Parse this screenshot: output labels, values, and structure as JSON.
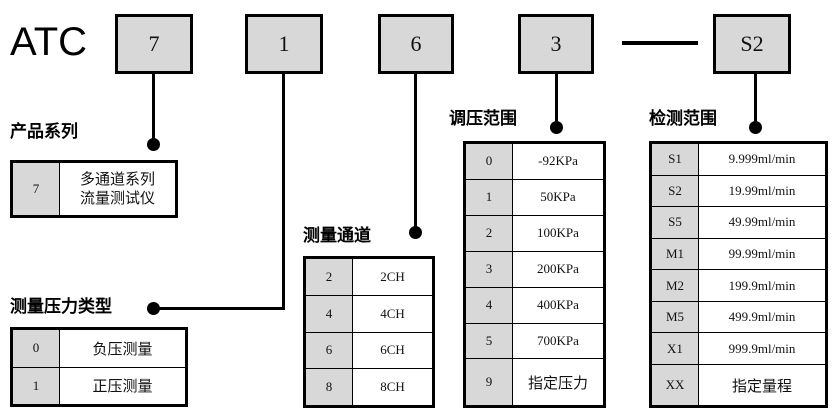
{
  "model_code": {
    "prefix": "ATC",
    "boxes": [
      {
        "value": "7",
        "name": "series-code-box"
      },
      {
        "value": "1",
        "name": "pressure-type-code-box"
      },
      {
        "value": "6",
        "name": "channel-code-box"
      },
      {
        "value": "3",
        "name": "pressure-range-code-box"
      },
      {
        "value": "S2",
        "name": "detection-range-code-box"
      }
    ],
    "separator": "—"
  },
  "sections": {
    "product_series": {
      "caption": "产品系列",
      "rows": [
        {
          "code": "7",
          "desc": "多通道系列\n流量测试仪"
        }
      ]
    },
    "pressure_type": {
      "caption": "测量压力类型",
      "rows": [
        {
          "code": "0",
          "desc": "负压测量"
        },
        {
          "code": "1",
          "desc": "正压测量"
        }
      ]
    },
    "measure_channel": {
      "caption": "测量通道",
      "rows": [
        {
          "code": "2",
          "desc": "2CH"
        },
        {
          "code": "4",
          "desc": "4CH"
        },
        {
          "code": "6",
          "desc": "6CH"
        },
        {
          "code": "8",
          "desc": "8CH"
        }
      ]
    },
    "pressure_range": {
      "caption": "调压范围",
      "rows": [
        {
          "code": "0",
          "desc": "-92KPa"
        },
        {
          "code": "1",
          "desc": "50KPa"
        },
        {
          "code": "2",
          "desc": "100KPa"
        },
        {
          "code": "3",
          "desc": "200KPa"
        },
        {
          "code": "4",
          "desc": "400KPa"
        },
        {
          "code": "5",
          "desc": "700KPa"
        },
        {
          "code": "9",
          "desc": "指定压力"
        }
      ]
    },
    "detection_range": {
      "caption": "检测范围",
      "rows": [
        {
          "code": "S1",
          "desc": "9.999ml/min"
        },
        {
          "code": "S2",
          "desc": "19.99ml/min"
        },
        {
          "code": "S5",
          "desc": "49.99ml/min"
        },
        {
          "code": "M1",
          "desc": "99.99ml/min"
        },
        {
          "code": "M2",
          "desc": "199.9ml/min"
        },
        {
          "code": "M5",
          "desc": "499.9ml/min"
        },
        {
          "code": "X1",
          "desc": "999.9ml/min"
        },
        {
          "code": "XX",
          "desc": "指定量程"
        }
      ]
    }
  },
  "colors": {
    "box_fill": "#d8d8d8",
    "line": "#000000",
    "background": "#ffffff"
  }
}
